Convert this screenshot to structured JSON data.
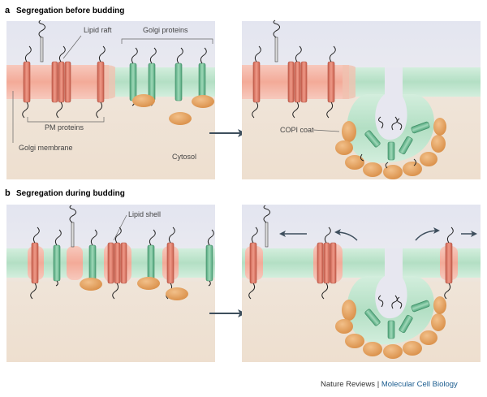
{
  "panel_a": {
    "letter": "a",
    "title": "Segregation before budding",
    "labels": {
      "lipid_raft": "Lipid raft",
      "golgi_proteins": "Golgi proteins",
      "pm_proteins": "PM proteins",
      "golgi_membrane": "Golgi membrane",
      "cytosol": "Cytosol",
      "copi_coat": "COPI coat"
    }
  },
  "panel_b": {
    "letter": "b",
    "title": "Segregation during budding",
    "labels": {
      "lipid_shell": "Lipid shell"
    }
  },
  "credit": {
    "journal": "Nature Reviews",
    "separator": " | ",
    "subtitle": "Molecular Cell Biology"
  },
  "colors": {
    "lumen": "#e4e6f0",
    "cytosol": "#efe3d6",
    "pm_membrane": "#f3b7a7",
    "golgi_membrane": "#bfe3cd",
    "pm_protein": "#e0796a",
    "golgi_protein": "#7cc49f",
    "copi": "#e7a865",
    "arrow": "#3d4e5c",
    "credit_blue": "#1a5c8f"
  }
}
